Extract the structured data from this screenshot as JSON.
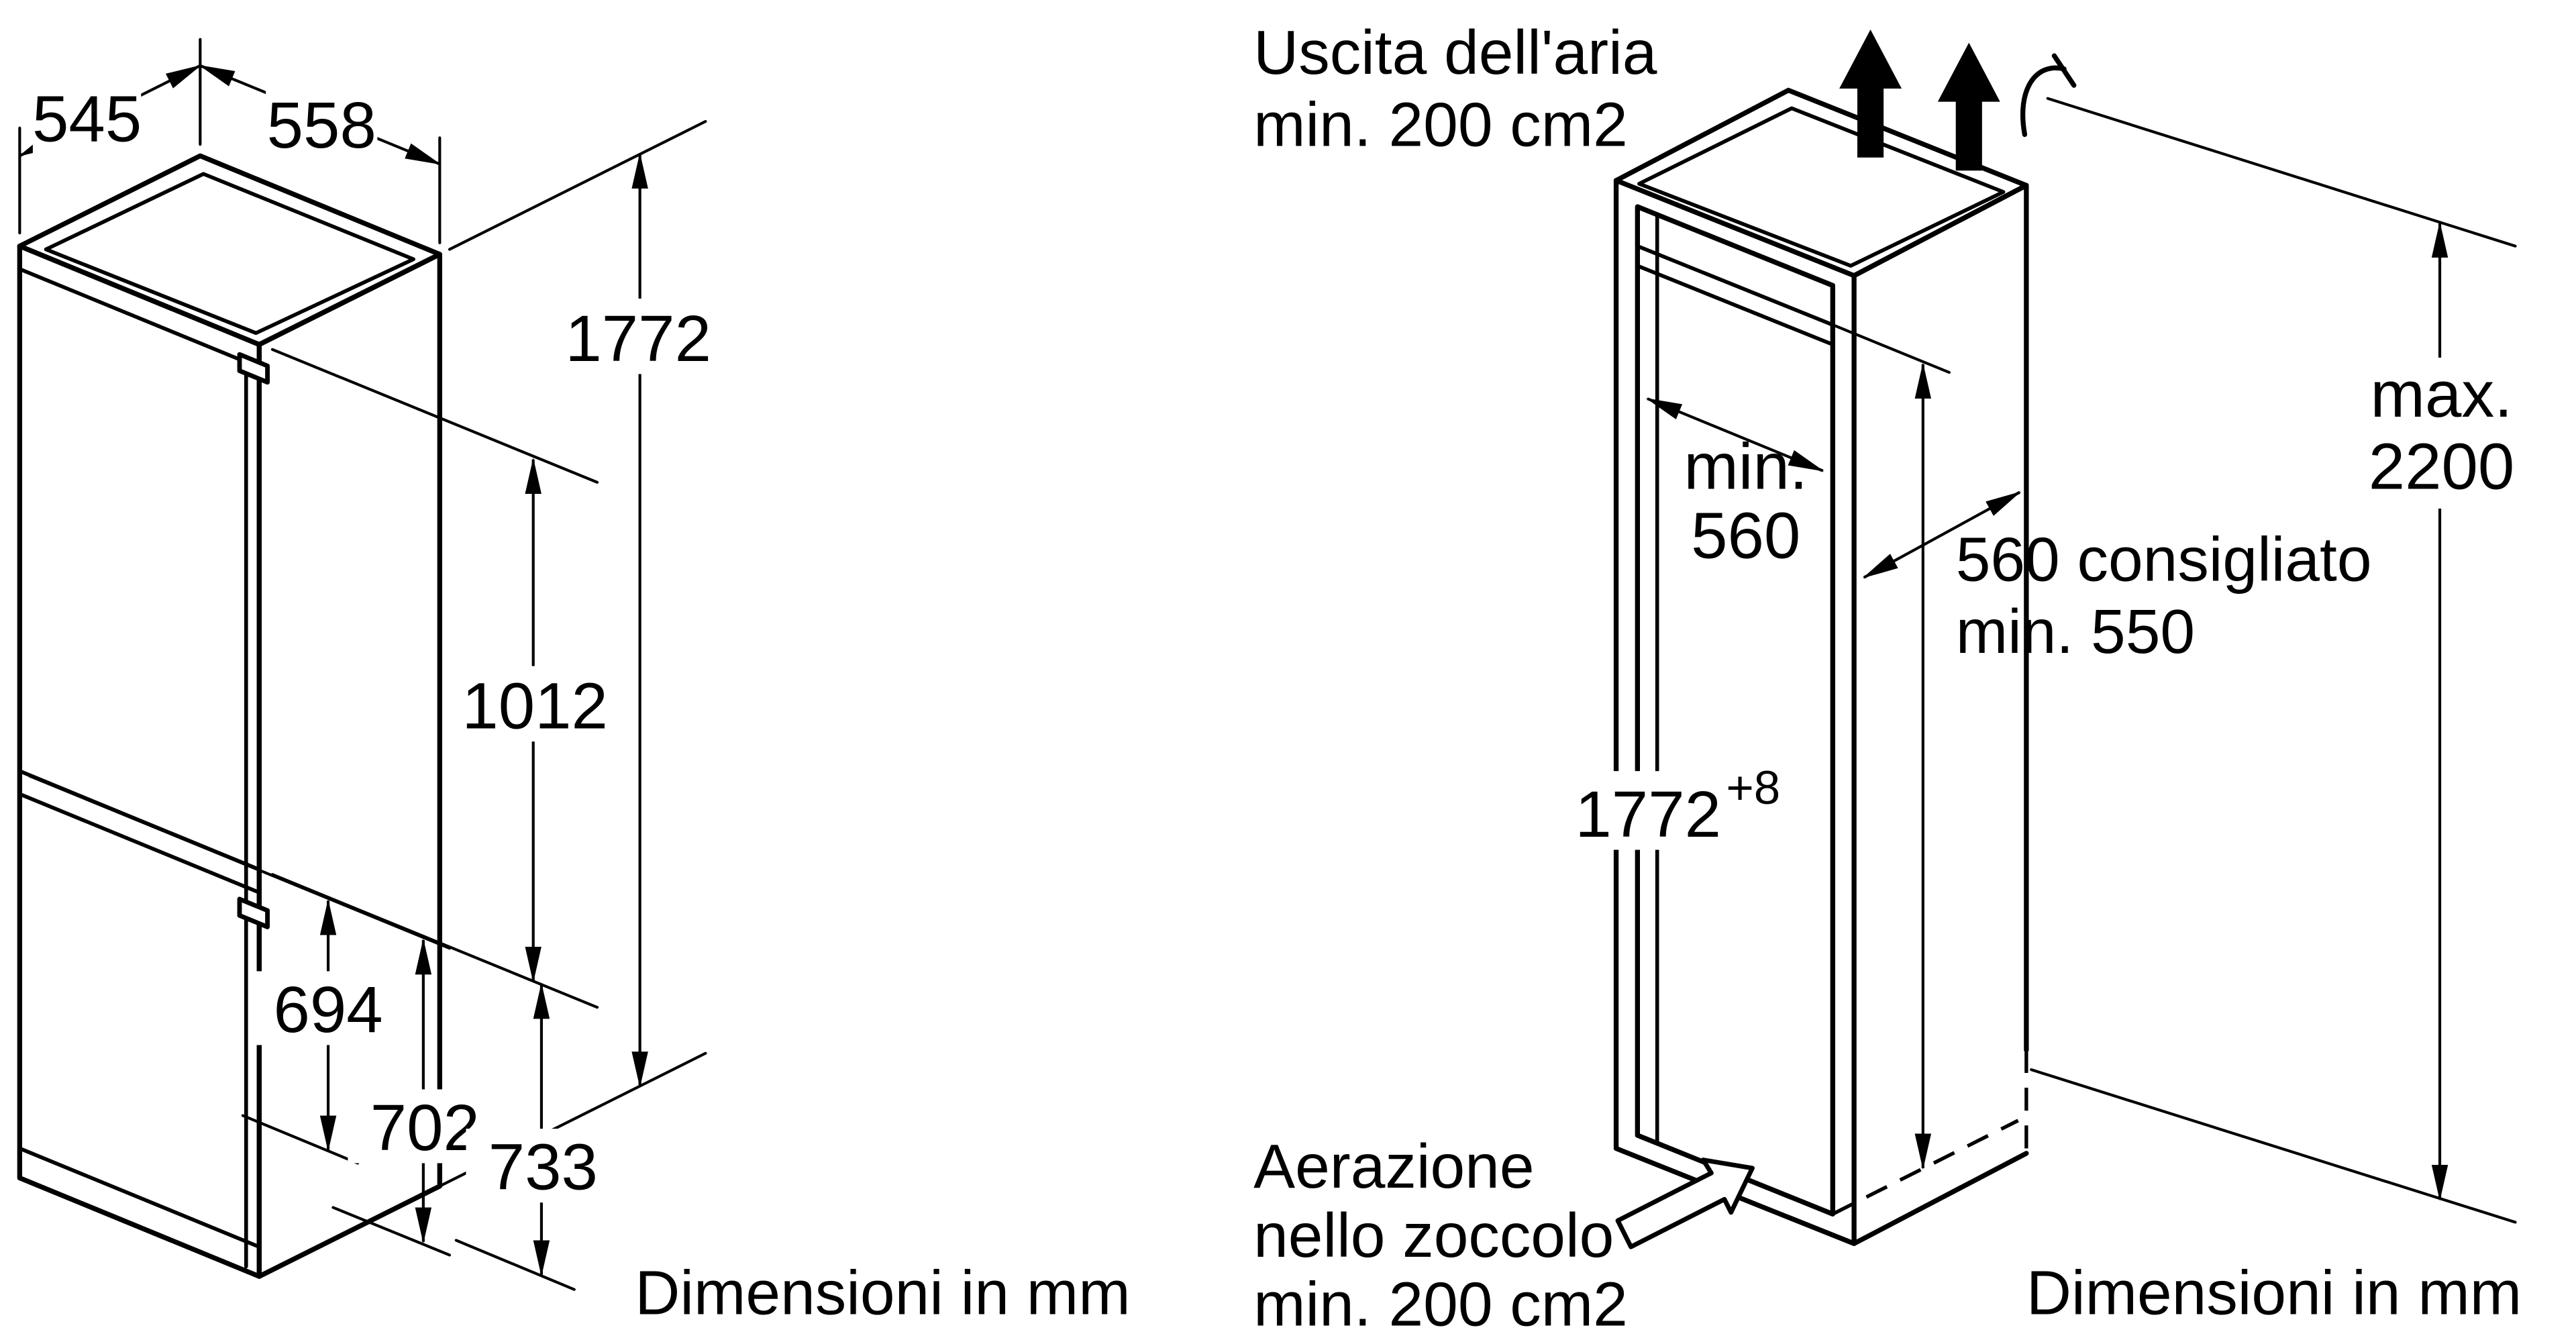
{
  "colors": {
    "ink": "#000000",
    "paper": "#ffffff"
  },
  "left_diagram": {
    "dim_depth": "545",
    "dim_width": "558",
    "dim_height": "1772",
    "dim_upper_door": "1012",
    "dim_694": "694",
    "dim_702": "702",
    "dim_733": "733",
    "caption": "Dimensioni in mm"
  },
  "right_diagram": {
    "air_outlet_note_line1": "Uscita dell'aria",
    "air_outlet_note_line2": "min. 200 cm2",
    "niche_width_label_line1": "min.",
    "niche_width_label_line2": "560",
    "niche_depth_label_line1": "560 consigliato",
    "niche_depth_label_line2": "min. 550",
    "niche_height_value": "1772",
    "niche_height_tolerance": "+8",
    "max_height_label_line1": "max.",
    "max_height_label_line2": "2200",
    "plinth_note_line1": "Aerazione",
    "plinth_note_line2": "nello zoccolo",
    "plinth_note_line3": "min. 200 cm2",
    "caption": "Dimensioni in mm"
  }
}
